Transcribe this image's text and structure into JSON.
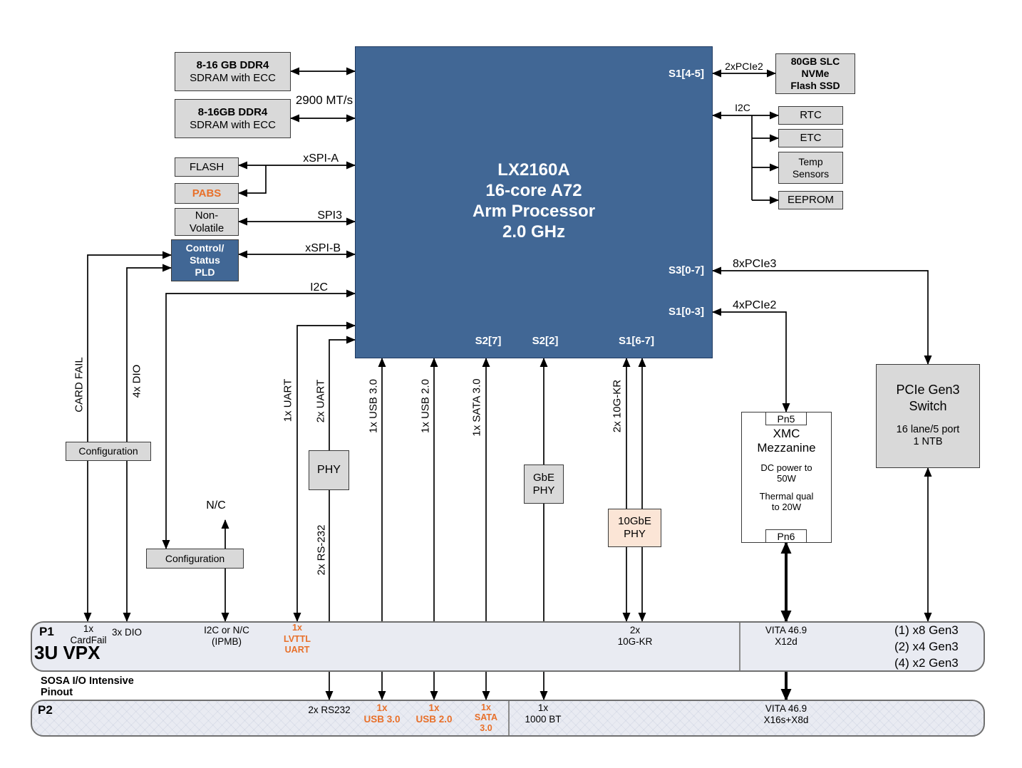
{
  "colors": {
    "cpu_blue": "#416795",
    "box_gray": "#D9D9D9",
    "bar_fill": "#E9EBF2",
    "peach_fill": "#FBE5D6",
    "accent_orange": "#E8702A"
  },
  "cpu": {
    "title": "LX2160A\n16-core A72\nArm Processor\n2.0 GHz",
    "ports": {
      "s1_45": "S1[4-5]",
      "s3_07": "S3[0-7]",
      "s1_03": "S1[0-3]",
      "s2_7": "S2[7]",
      "s2_2": "S2[2]",
      "s1_67": "S1[6-7]"
    }
  },
  "boxes": {
    "ddr1": {
      "title": "8-16 GB DDR4",
      "sub": "SDRAM with ECC"
    },
    "ddr2": {
      "title": "8-16GB DDR4",
      "sub": "SDRAM with ECC"
    },
    "flash": "FLASH",
    "pabs": "PABS",
    "nonvolatile": "Non-\nVolatile",
    "pld": "Control/\nStatus\nPLD",
    "ssd": "80GB SLC\nNVMe\nFlash SSD",
    "rtc": "RTC",
    "etc": "ETC",
    "temp": "Temp\nSensors",
    "eeprom": "EEPROM",
    "switch": {
      "title": "PCIe Gen3\nSwitch",
      "sub": "16 lane/5 port\n1 NTB"
    },
    "xmc": {
      "pn5": "Pn5",
      "title": "XMC\nMezzanine",
      "power": "DC power to\n50W",
      "thermal": "Thermal qual\nto 20W",
      "pn6": "Pn6"
    },
    "phy": "PHY",
    "gbe_phy": "GbE\nPHY",
    "ten_gbe_phy": "10GbE\nPHY",
    "config1": "Configuration",
    "config2": "Configuration"
  },
  "line_labels": {
    "ddr_speed": "2900 MT/s",
    "xspi_a": "xSPI-A",
    "spi3": "SPI3",
    "xspi_b": "xSPI-B",
    "i2c_left": "I2C",
    "pcie2_ssd": "2xPCIe2",
    "i2c_right": "I2C",
    "pcie3": "8xPCIe3",
    "pcie2_xmc": "4xPCIe2",
    "nc": "N/C"
  },
  "vertical_labels": {
    "card_fail": "CARD FAIL",
    "dio": "4x DIO",
    "uart1": "1x UART",
    "uart2": "2x UART",
    "usb3": "1x USB 3.0",
    "usb2": "1x USB 2.0",
    "sata": "1x SATA 3.0",
    "kr": "2x 10G-KR",
    "rs232": "2x RS-232"
  },
  "p1": {
    "name": "P1",
    "form_factor": "3U VPX",
    "cardfail": "1x\nCardFail",
    "dio": "3x DIO",
    "ipmb": "I2C  or N/C\n(IPMB)",
    "uart": "1x\nLVTTL\nUART",
    "kr": "2x\n10G-KR",
    "vita": "VITA 46.9\nX12d",
    "gen3": "(1) x8 Gen3\n(2) x4 Gen3\n(4) x2 Gen3"
  },
  "p2": {
    "name": "P2",
    "rs232": "2x RS232",
    "usb3": "1x\nUSB 3.0",
    "usb2": "1x\nUSB 2.0",
    "sata": "1x\nSATA\n3.0",
    "bt": "1x\n1000 BT",
    "vita": "VITA 46.9\nX16s+X8d"
  },
  "footnote": "SOSA I/O Intensive\nPinout"
}
